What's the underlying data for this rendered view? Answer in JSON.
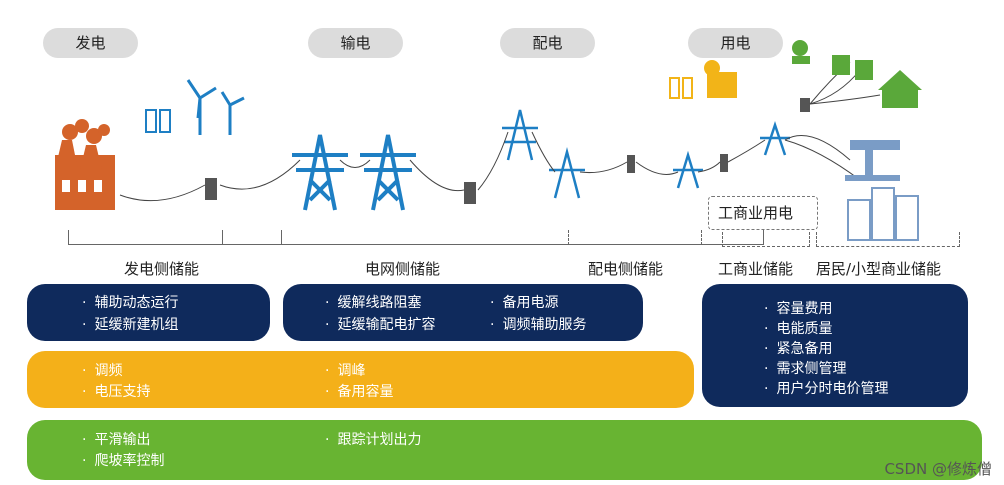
{
  "stages": [
    "发电",
    "输电",
    "配电",
    "用电"
  ],
  "categories": {
    "generation": "发电侧储能",
    "grid": "电网侧储能",
    "distribution": "配电侧储能",
    "commercial": "工商业储能",
    "residential": "居民/小型商业储能"
  },
  "commercial_area_label": "工商业用电",
  "blue_row": {
    "generation": [
      "辅助动态运行",
      "延缓新建机组"
    ],
    "grid_left": [
      "缓解线路阻塞",
      "延缓输配电扩容"
    ],
    "grid_right": [
      "备用电源",
      "调频辅助服务"
    ],
    "user": [
      "容量费用",
      "电能质量",
      "紧急备用",
      "需求侧管理",
      "用户分时电价管理"
    ]
  },
  "yellow_row": {
    "generation": [
      "调频",
      "电压支持"
    ],
    "grid": [
      "调峰",
      "备用容量"
    ]
  },
  "green_row": {
    "generation": [
      "平滑输出",
      "爬坡率控制"
    ],
    "grid": [
      "跟踪计划出力"
    ]
  },
  "watermark": "CSDN @修炼僧",
  "colors": {
    "blue": "#0f2a5c",
    "yellow": "#f4b019",
    "green": "#68b432",
    "pill": "#dcdcdc",
    "tower": "#1e7fc4",
    "factory": "#d4632a",
    "solar": "#f2b418",
    "house": "#5aa83a",
    "building": "#7a9cc6"
  }
}
